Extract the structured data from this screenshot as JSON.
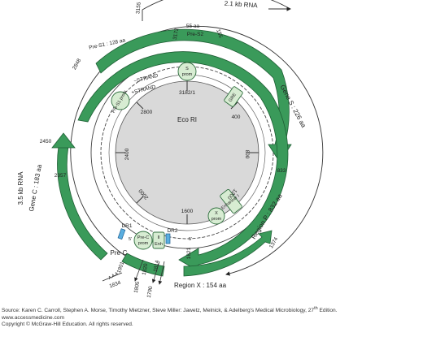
{
  "diagram": {
    "rna_outer": "2.1 kb RNA",
    "rna_left": "3.5 kb RNA",
    "pos_3155": "3155",
    "pos_3172": "3172",
    "pos_155": "155",
    "pres2_aa": "55 aa",
    "pres2": "Pre-S2",
    "pres1": "Pre-S1 : 128 aa",
    "pos_2848": "2848",
    "gene_s": "Gene S : 226 aa",
    "s_prom": "S",
    "s_prom2": "prom",
    "minus_strand": "−STRAND",
    "plus_strand": "+STRAND",
    "pres1_prom": "Pre-S1 prom",
    "gre": "GRE",
    "pos_3182": "3182/1",
    "eco_ri": "Eco RI",
    "pos_2800": "2800",
    "pos_400": "400",
    "pos_2400": "2400",
    "pos_800": "800",
    "pos_2000": "2000",
    "pos_1200": "1200",
    "pos_1600": "1600",
    "pos_2450": "2450",
    "pos_2357": "2357",
    "pos_833": "833",
    "gene_c": "Gene C : 183 aa",
    "region_p": "Region P : 832 aa",
    "x_prom": "X",
    "x_prom2": "prom",
    "enhancer_i": "Enhancer I",
    "dr1": "DR1",
    "dr2": "DR2",
    "prec_prom": "Pre-C",
    "prec_prom2": "prom",
    "enh": "Enh",
    "enh_ii": "II",
    "five_prime_a": "5'",
    "five_prime_b": "5'",
    "prec": "Pre-C",
    "pos_1901": "1901",
    "pos_1820": "1820",
    "pos_1814": "1814",
    "pos_1621": "1621",
    "pos_1374": "1374",
    "pos_1834": "1834",
    "pos_1805": "1805",
    "pos_1790": "1790",
    "poly_a": "A A A",
    "region_x": "Region X : 154 aa"
  },
  "footer": {
    "line1_pre": "Source: Karen C. Carroll, Stephen A. Morse, Timothy Mietzner, Steve Miller: Jawetz, Melnick, & Adelberg's Medical Microbiology, 27",
    "line1_sup": "th",
    "line1_post": " Edition.",
    "line2": "www.accessmedicine.com",
    "line3": "Copyright © McGraw-Hill Education.  All rights reserved."
  },
  "colors": {
    "arc_green": "#3a9a5a",
    "arc_stroke": "#1e5e34",
    "core_gray": "#d9d9d9",
    "promoter_fill": "#d7ecd2",
    "dr_blue": "#5aaee0"
  }
}
